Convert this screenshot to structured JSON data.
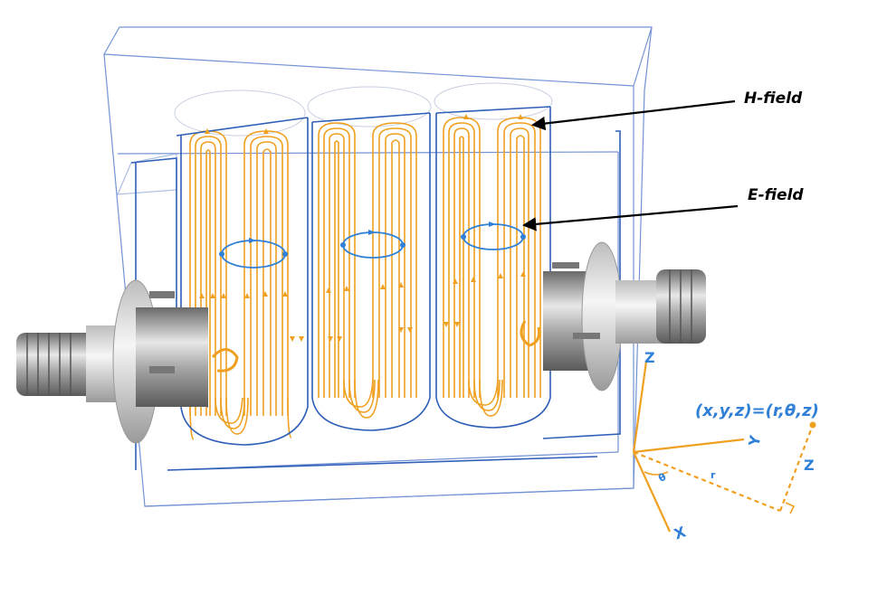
{
  "labels": {
    "h_field": "H-field",
    "e_field": "E-field",
    "coordinate_equation": "(x,y,z)=(r,θ,z)"
  },
  "axes": {
    "z": "Z",
    "y": "Y",
    "x": "X",
    "r": "r",
    "theta": "θ",
    "z_height": "Z"
  },
  "colors": {
    "field_lines": "#f0a020",
    "e_field_loops": "#2f80d6",
    "enclosure": "#2f5fb8",
    "axis": "#f0a020",
    "text_blue": "#2f80d6"
  },
  "icons": [
    "sma-connector-icon",
    "coupling-loop-icon"
  ]
}
